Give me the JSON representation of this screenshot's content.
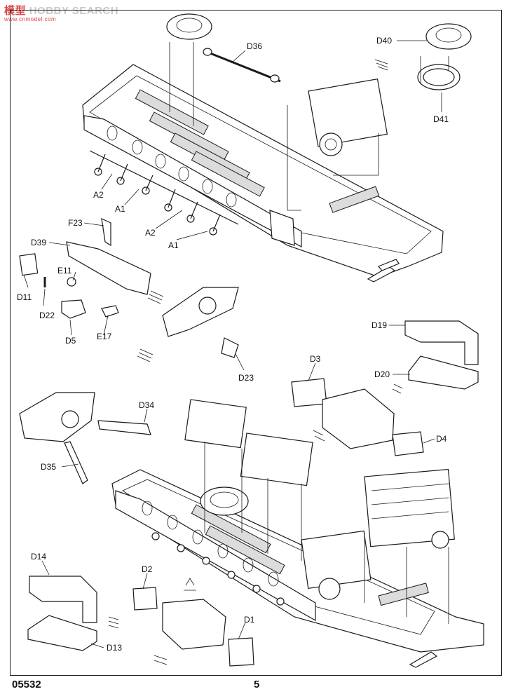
{
  "watermark": {
    "brand_cn": "模型",
    "brand_en": "HOBBY SEARCH",
    "site": "www.cnmodel.com"
  },
  "footer": {
    "kit_number": "05532",
    "page_number": "5"
  },
  "callouts": [
    {
      "id": "d36",
      "text": "D36"
    },
    {
      "id": "d40",
      "text": "D40"
    },
    {
      "id": "d41",
      "text": "D41"
    },
    {
      "id": "a2-top",
      "text": "A2"
    },
    {
      "id": "a1-top",
      "text": "A1"
    },
    {
      "id": "a2-mid",
      "text": "A2"
    },
    {
      "id": "a1-mid",
      "text": "A1"
    },
    {
      "id": "f23",
      "text": "F23"
    },
    {
      "id": "d39",
      "text": "D39"
    },
    {
      "id": "e11",
      "text": "E11"
    },
    {
      "id": "d11",
      "text": "D11"
    },
    {
      "id": "d22",
      "text": "D22"
    },
    {
      "id": "d5",
      "text": "D5"
    },
    {
      "id": "e17",
      "text": "E17"
    },
    {
      "id": "d23",
      "text": "D23"
    },
    {
      "id": "d19",
      "text": "D19"
    },
    {
      "id": "d20",
      "text": "D20"
    },
    {
      "id": "d3",
      "text": "D3"
    },
    {
      "id": "d4",
      "text": "D4"
    },
    {
      "id": "d34",
      "text": "D34"
    },
    {
      "id": "d35",
      "text": "D35"
    },
    {
      "id": "d14",
      "text": "D14"
    },
    {
      "id": "d13",
      "text": "D13"
    },
    {
      "id": "d2",
      "text": "D2"
    },
    {
      "id": "d1",
      "text": "D1"
    }
  ]
}
